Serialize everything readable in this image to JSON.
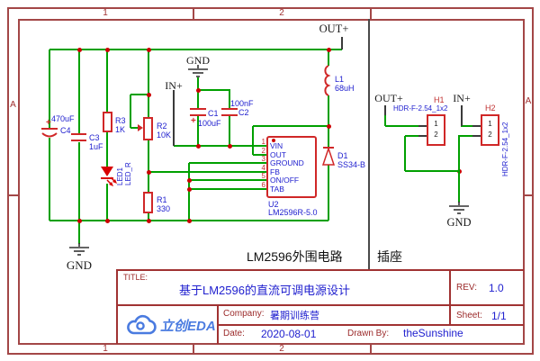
{
  "frame": {
    "top": [
      "1",
      "2"
    ],
    "bottom": [
      "1",
      "2"
    ],
    "left": [
      "A"
    ],
    "right": [
      "A"
    ]
  },
  "sections": {
    "main_label": "LM2596外围电路",
    "socket_label": "插座"
  },
  "ports": {
    "out_main": "OUT+",
    "in_main": "IN+",
    "gnd_top": "GND",
    "gnd_bottom": "GND",
    "out_socket": "OUT+",
    "in_socket": "IN+",
    "gnd_socket": "GND"
  },
  "components": {
    "c4": {
      "plus": "+",
      "value": "470uF",
      "ref": "C4"
    },
    "c3": {
      "ref": "C3",
      "value": "1uF"
    },
    "r3": {
      "ref": "R3",
      "value": "1K"
    },
    "r2": {
      "ref": "R2",
      "value": "10K"
    },
    "led1": {
      "ref": "LED1",
      "value": "LED_R"
    },
    "r1": {
      "ref": "R1",
      "value": "330"
    },
    "c1": {
      "ref": "C1",
      "plus": "+",
      "value": "100uF"
    },
    "c2": {
      "value": "100nF",
      "ref": "C2"
    },
    "u2": {
      "ref": "U2",
      "value": "LM2596R-5.0",
      "pins": [
        {
          "num": "1",
          "name": "VIN"
        },
        {
          "num": "2",
          "name": "OUT"
        },
        {
          "num": "3",
          "name": "GROUND"
        },
        {
          "num": "4",
          "name": "FB"
        },
        {
          "num": "5",
          "name": "ON/OFF"
        },
        {
          "num": "6",
          "name": "TAB"
        }
      ]
    },
    "l1": {
      "ref": "L1",
      "value": "68uH"
    },
    "d1": {
      "ref": "D1",
      "value": "SS34-B"
    },
    "h1": {
      "ref": "H1",
      "value": "HDR-F-2.54_1x2",
      "pin1": "1",
      "pin2": "2"
    },
    "h2": {
      "ref": "H2",
      "value": "HDR-F-2.54_1x2",
      "pin1": "1",
      "pin2": "2"
    }
  },
  "title_block": {
    "title_label": "TITLE:",
    "title": "基于LM2596的直流可调电源设计",
    "rev_label": "REV:",
    "rev": "1.0",
    "company_label": "Company:",
    "company": "暑期训练营",
    "sheet_label": "Sheet:",
    "sheet": "1/1",
    "date_label": "Date:",
    "date": "2020-08-01",
    "drawn_label": "Drawn By:",
    "drawn_by": "theSunshine",
    "logo_text": "立创EDA"
  },
  "colors": {
    "wire": "#00a000",
    "component_red": "#d02727",
    "label_blue": "#2121cf",
    "frame_red": "#a34747",
    "logo_blue": "#4a7be0"
  }
}
